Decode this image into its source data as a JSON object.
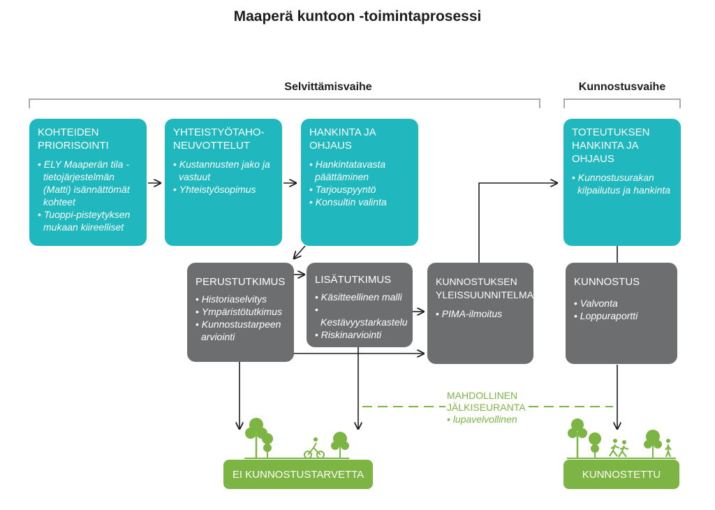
{
  "title": "Maaperä kuntoon -toimintaprosessi",
  "phases": {
    "investigation": "Selvittämisvaihe",
    "remediation": "Kunnostusvaihe"
  },
  "boxes": {
    "prioritization": {
      "head": "KOHTEIDEN PRIORISOINTI",
      "items": [
        "ELY Maaperän tila -tietojärjestelmän (Matti) isännättömät kohteet",
        "Tuoppi-pisteytyksen mukaan kiireelliset"
      ]
    },
    "negotiations": {
      "head": "YHTEISTYÖTAHO-NEUVOTTELUT",
      "items": [
        "Kustannusten jako ja vastuut",
        "Yhteistyösopimus"
      ]
    },
    "procurement": {
      "head": "HANKINTA JA OHJAUS",
      "items": [
        "Hankintatavasta päättäminen",
        "Tarjouspyyntö",
        "Konsultin valinta"
      ]
    },
    "implementation_procurement": {
      "head": "TOTEUTUKSEN HANKINTA JA OHJAUS",
      "items": [
        "Kunnostusurakan kilpailutus ja hankinta"
      ]
    },
    "basic_study": {
      "head": "PERUSTUTKIMUS",
      "items": [
        "Historiaselvitys",
        "Ympäristötutkimus",
        "Kunnostustarpeen arviointi"
      ]
    },
    "additional_study": {
      "head": "LISÄTUTKIMUS",
      "items": [
        "Käsitteellinen malli",
        "Kestävyystarkastelu",
        "Riskinarviointi"
      ]
    },
    "general_plan": {
      "head": "KUNNOSTUKSEN YLEISSUUNNITELMA",
      "items": [
        "PIMA-ilmoitus"
      ]
    },
    "remediation": {
      "head": "KUNNOSTUS",
      "items": [
        "Valvonta",
        "Loppuraportti"
      ]
    }
  },
  "outcomes": {
    "no_need": "EI KUNNOSTUSTARVETTA",
    "remediated": "KUNNOSTETTU"
  },
  "followup": {
    "line1": "MAHDOLLINEN",
    "line2": "JÄLKISEURANTA",
    "item": "lupavelvollinen"
  },
  "colors": {
    "teal": "#1fb8be",
    "grey": "#6d6e70",
    "green": "#7db544"
  }
}
